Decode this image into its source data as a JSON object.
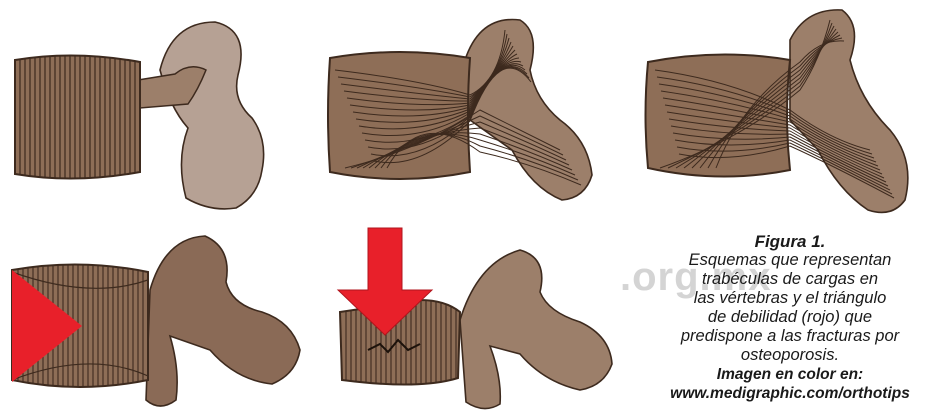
{
  "figure": {
    "title": "Figura 1.",
    "caption_lines": [
      "Esquemas que representan",
      "trabéculas de cargas en",
      "las vértebras y el triángulo",
      "de debilidad (rojo) que",
      "predispone a las fracturas por",
      "osteoporosis."
    ],
    "color_note": "Imagen en color en:",
    "url": "www.medigraphic.com/orthotips",
    "watermark": ".org.mx"
  },
  "colors": {
    "bone_body": "#8e6e57",
    "bone_light": "#b6a194",
    "bone_mid": "#9c7f6a",
    "line": "#3d2a1e",
    "red": "#e8202a"
  },
  "panels": [
    {
      "name": "vertical-trabeculae",
      "pattern": "vertical"
    },
    {
      "name": "oblique-trabeculae-upper",
      "pattern": "oblique-upper"
    },
    {
      "name": "oblique-trabeculae-lower",
      "pattern": "oblique-lower"
    },
    {
      "name": "weakness-triangle",
      "pattern": "triangle"
    },
    {
      "name": "compression-fracture",
      "pattern": "fracture"
    }
  ]
}
